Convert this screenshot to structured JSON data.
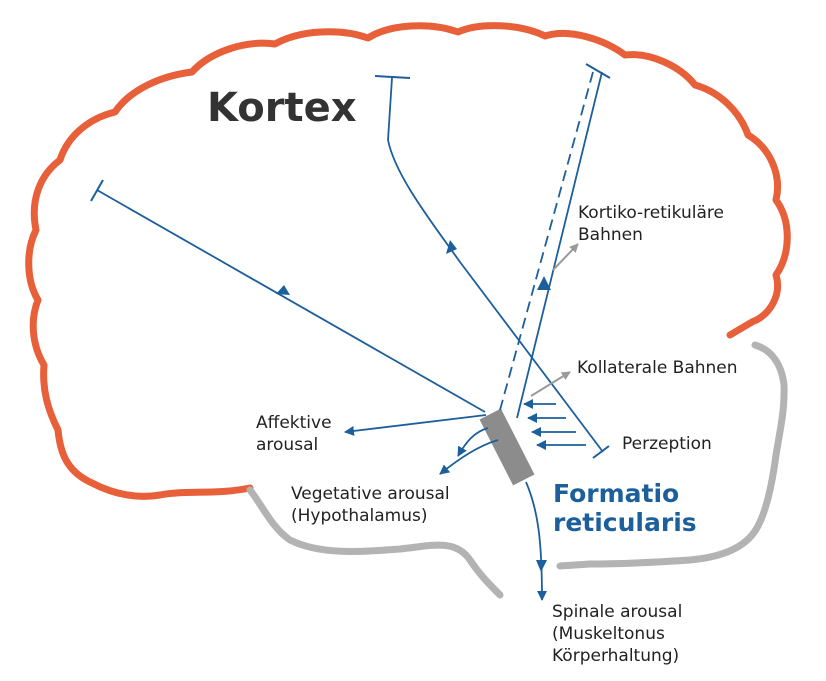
{
  "diagram": {
    "title": "Kortex",
    "formatio": {
      "line1": "Formatio",
      "line2": "reticularis"
    },
    "labels": {
      "kortiko_retikulaere": {
        "line1": "Kortiko-retikuläre",
        "line2": "Bahnen"
      },
      "kollaterale": "Kollaterale Bahnen",
      "perzeption": "Perzeption",
      "affektive": {
        "line1": "Affektive",
        "line2": "arousal"
      },
      "vegetative": {
        "line1": "Vegetative arousal",
        "line2": "(Hypothalamus)"
      },
      "spinale": {
        "line1": "Spinale arousal",
        "line2": "(Muskeltonus",
        "line3": "Körperhaltung)"
      }
    },
    "colors": {
      "cortex_outline": "#e8603a",
      "brainstem_outline": "#b3b3b3",
      "pathway": "#1c5f9a",
      "formatio_block": "#8c8c8c",
      "pointer": "#9a9a9a",
      "title_text": "#333333"
    }
  }
}
